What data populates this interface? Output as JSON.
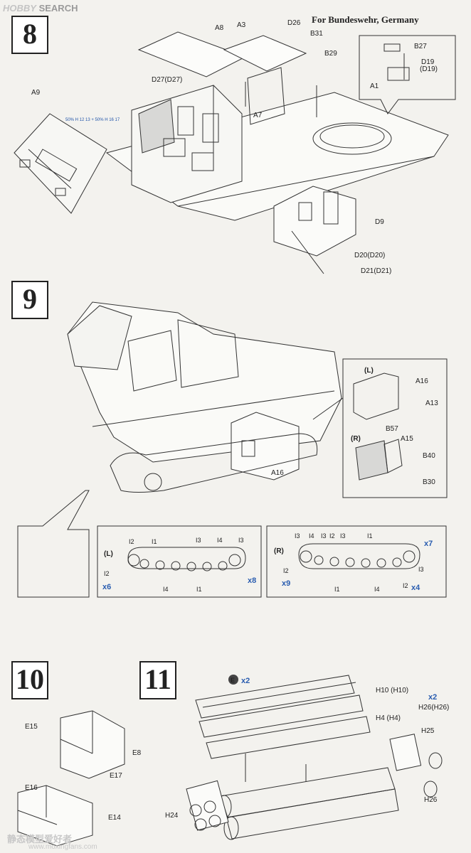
{
  "watermark_top": {
    "hobby": "HOBBY",
    "search": "SEARCH"
  },
  "steps": [
    "8",
    "9",
    "10",
    "11"
  ],
  "step8": {
    "note": "For Bundeswehr, Germany",
    "labels": [
      "A8",
      "A3",
      "D26",
      "B31",
      "B29",
      "B27",
      "D19",
      "(D19)",
      "A1",
      "D27(D27)",
      "A9",
      "A7",
      "D9",
      "D20(D20)",
      "D21(D21)"
    ],
    "ratio_text": "50% H 12 13 + 50% H 16 17"
  },
  "step9": {
    "labels": [
      "A16",
      "A13",
      "B57",
      "A15",
      "B40",
      "B30"
    ],
    "left_tag": "(L)",
    "right_tag": "(R)"
  },
  "tracks_left": {
    "tag": "(L)",
    "labels": [
      "I2",
      "I1",
      "I3",
      "I4",
      "I3",
      "I2",
      "I4",
      "I1"
    ],
    "mult_a": "x6",
    "mult_b": "x8"
  },
  "tracks_right": {
    "tag": "(R)",
    "labels": [
      "I3",
      "I4",
      "I3",
      "I2",
      "I3",
      "I1",
      "I2",
      "I1",
      "I4",
      "I2",
      "I3"
    ],
    "mult_a": "x7",
    "mult_b": "x9",
    "mult_c": "x4"
  },
  "step10": {
    "labels": [
      "E15",
      "E8",
      "E17",
      "E16",
      "E14"
    ]
  },
  "step11": {
    "sprue": "E",
    "sprue_mult": "x2",
    "rack_mult": "x2",
    "labels": [
      "H10 (H10)",
      "H4 (H4)",
      "H26(H26)",
      "H25",
      "H26",
      "H24"
    ]
  },
  "watermark_bottom": {
    "line1": "静态模型爱好者",
    "line2": "www.moxingfans.com"
  }
}
